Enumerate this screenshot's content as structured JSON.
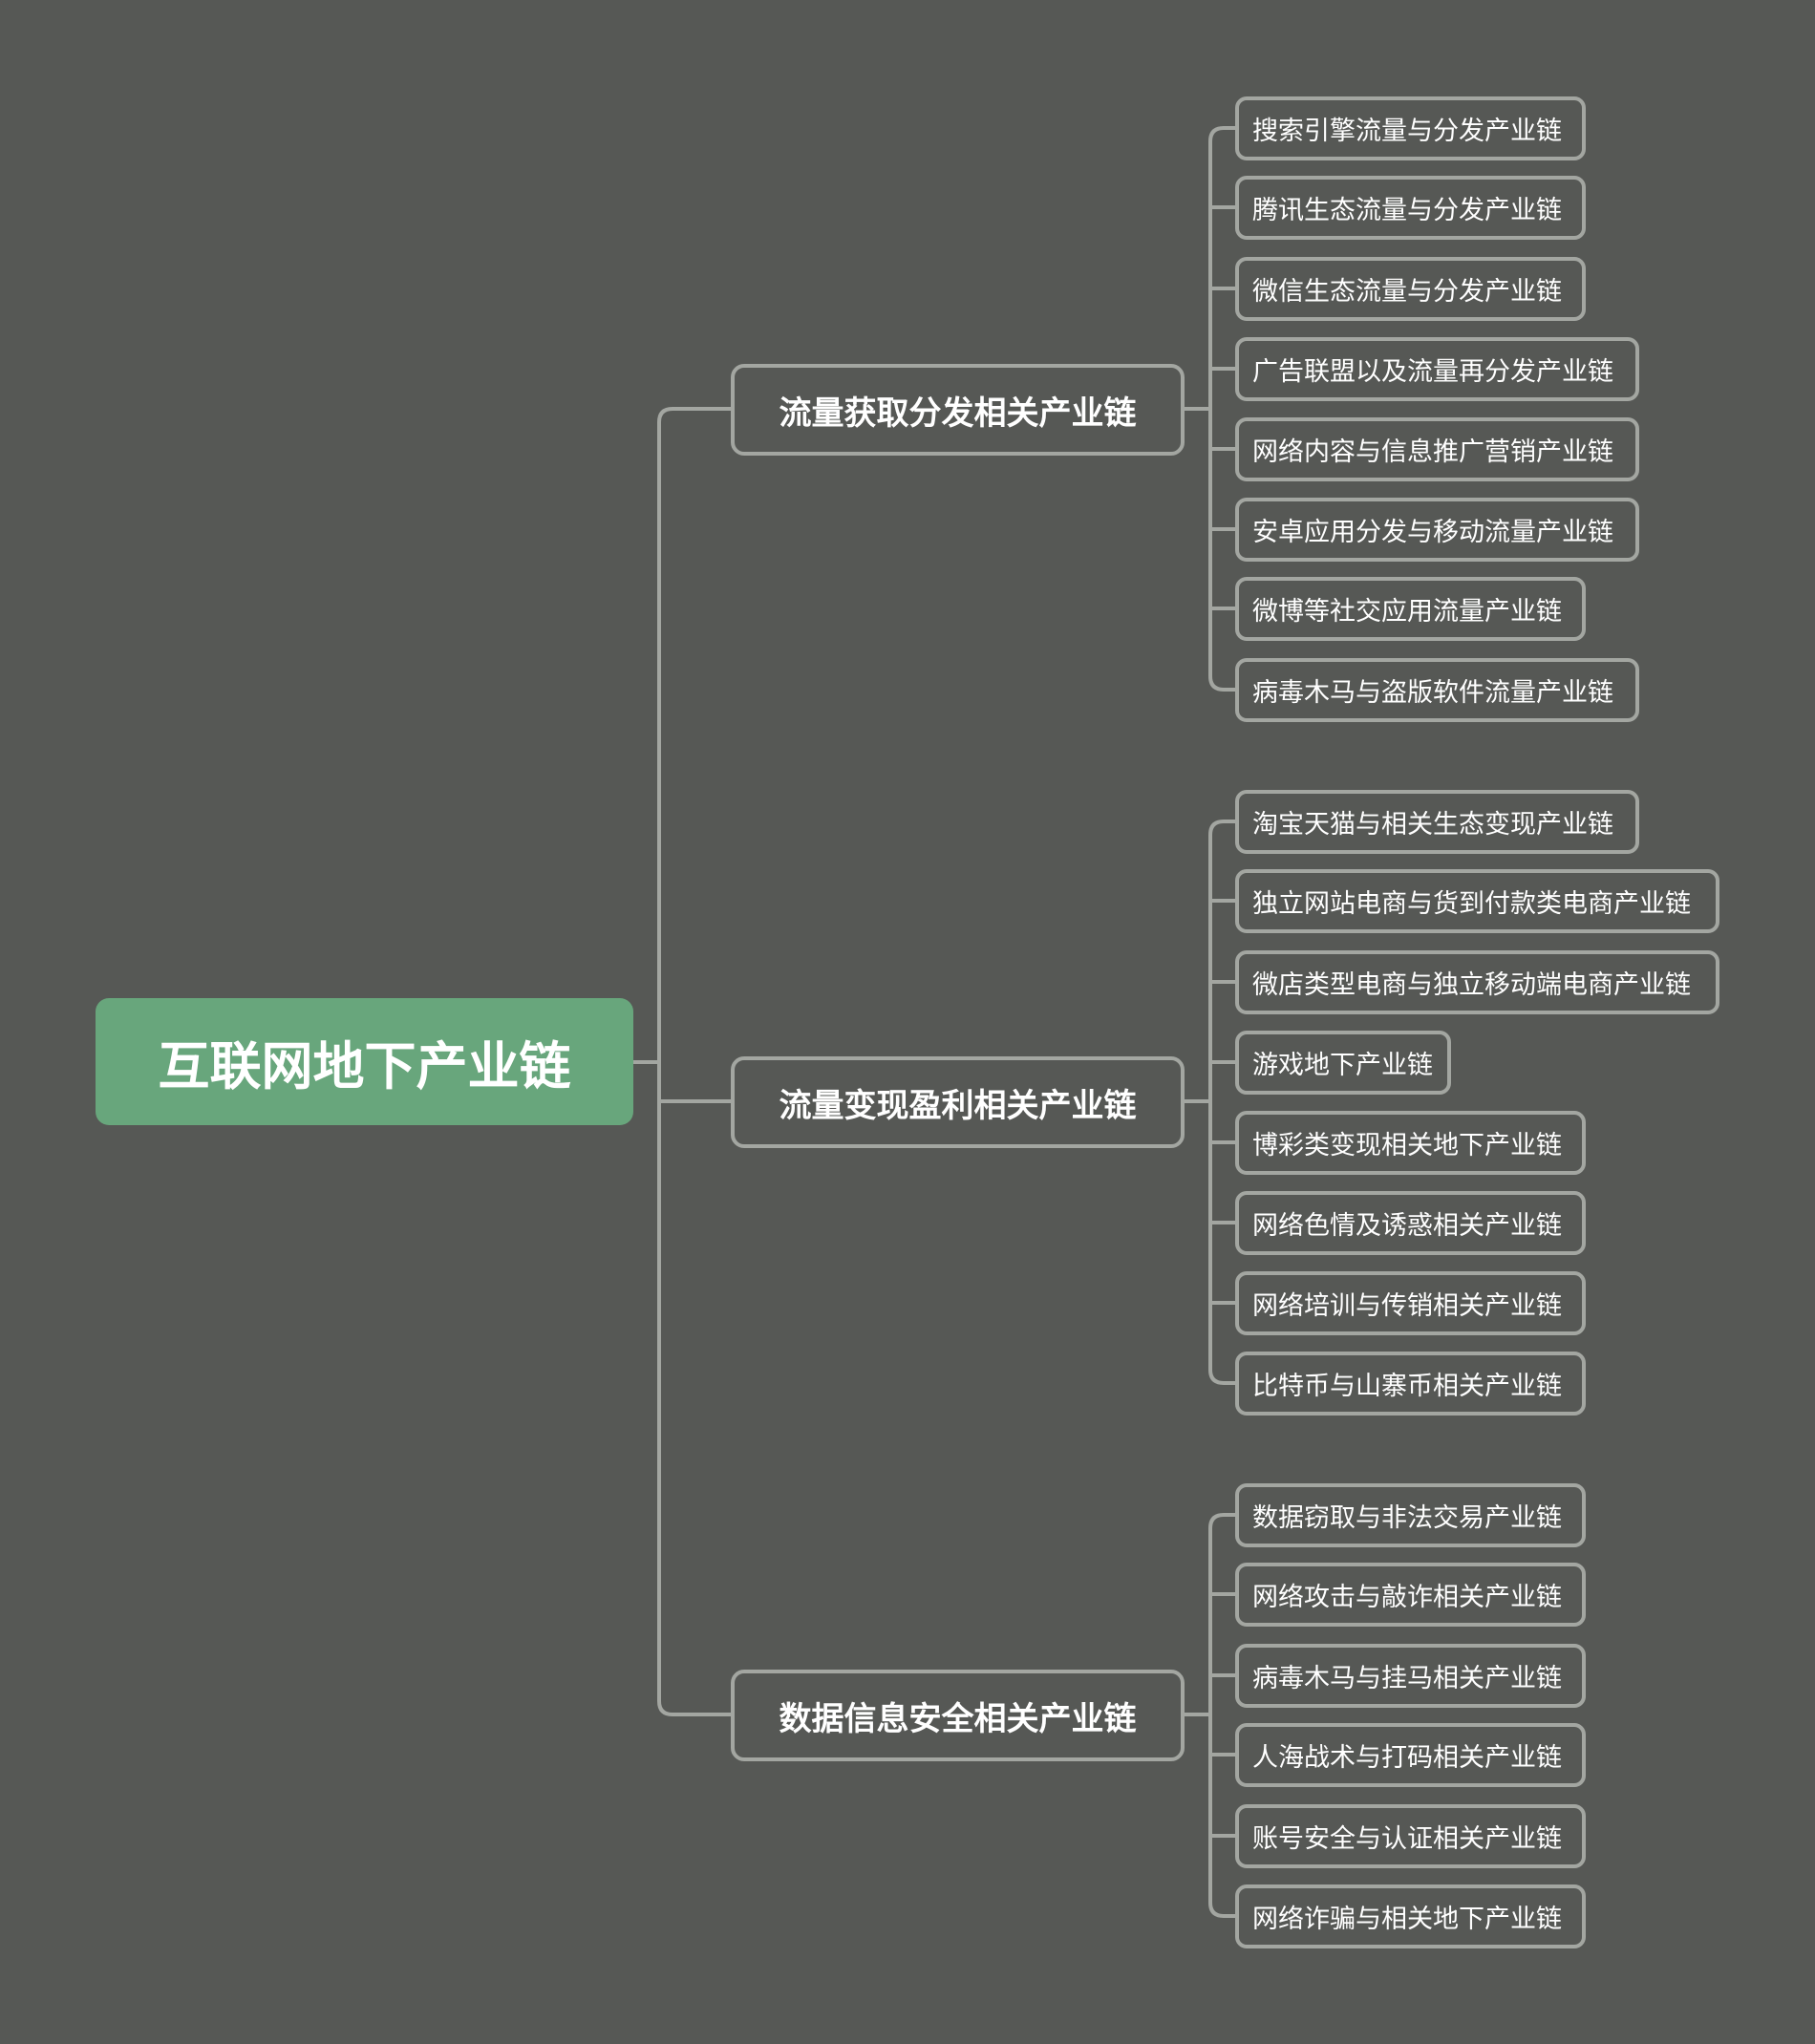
{
  "colors": {
    "background": "#565855",
    "line": "#a3a6a1",
    "root_fill": "#68a67c",
    "text": "#ffffff"
  },
  "root": {
    "label": "互联网地下产业链"
  },
  "branches": [
    {
      "label": "流量获取分发相关产业链",
      "children": [
        "搜索引擎流量与分发产业链",
        "腾讯生态流量与分发产业链",
        "微信生态流量与分发产业链",
        "广告联盟以及流量再分发产业链",
        "网络内容与信息推广营销产业链",
        "安卓应用分发与移动流量产业链",
        "微博等社交应用流量产业链",
        "病毒木马与盗版软件流量产业链"
      ]
    },
    {
      "label": "流量变现盈利相关产业链",
      "children": [
        "淘宝天猫与相关生态变现产业链",
        "独立网站电商与货到付款类电商产业链",
        "微店类型电商与独立移动端电商产业链",
        "游戏地下产业链",
        "博彩类变现相关地下产业链",
        "网络色情及诱惑相关产业链",
        "网络培训与传销相关产业链",
        "比特币与山寨币相关产业链"
      ]
    },
    {
      "label": "数据信息安全相关产业链",
      "children": [
        "数据窃取与非法交易产业链",
        "网络攻击与敲诈相关产业链",
        "病毒木马与挂马相关产业链",
        "人海战术与打码相关产业链",
        "账号安全与认证相关产业链",
        "网络诈骗与相关地下产业链"
      ]
    }
  ]
}
